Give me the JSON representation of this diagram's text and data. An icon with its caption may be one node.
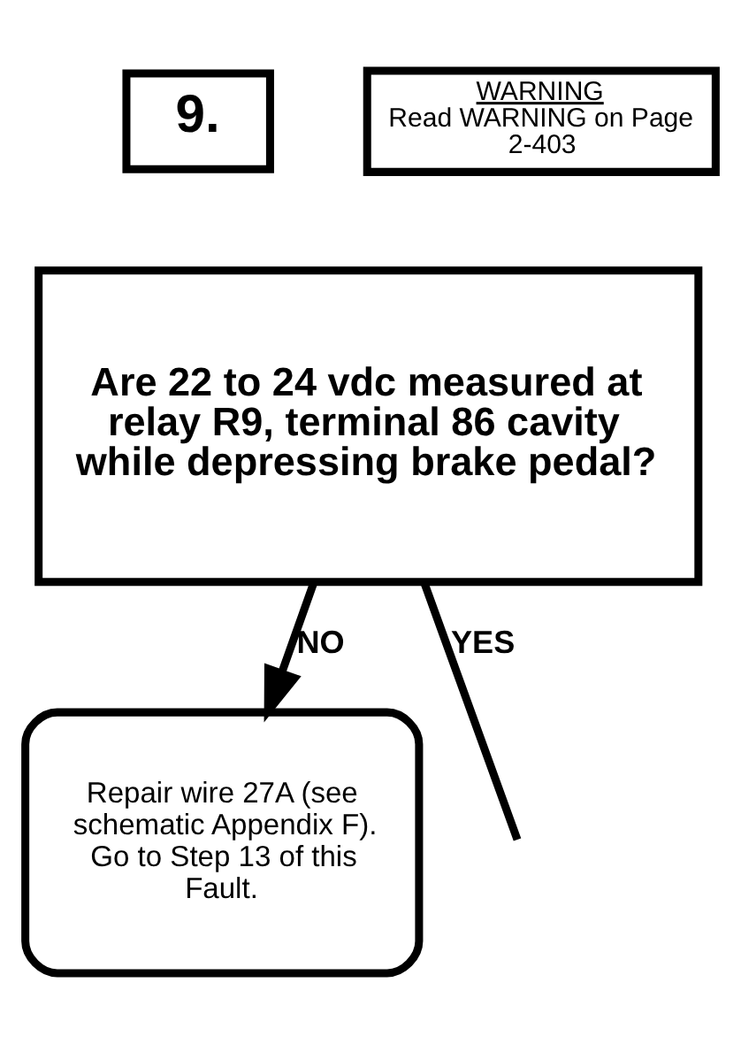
{
  "diagram": {
    "nodes": [
      {
        "text": [
          "9."
        ]
      },
      {
        "text": [
          "Are 22 to 24 vdc measured at relay R9, terminal 86 cavity while depressing brake pedal?"
        ]
      },
      {
        "text": [
          "WARNING",
          "Read WARNING on Page 2-403"
        ]
      },
      {
        "text": [
          "Repair wire 27A (see schematic Appendix F).  Go to Step 13 of this Fault."
        ]
      }
    ],
    "edges": [
      {
        "from": 1,
        "to": 3,
        "arrow": "to",
        "label": "NO"
      },
      {
        "from": 1,
        "to": null,
        "arrow": "none",
        "label": "YES"
      }
    ]
  }
}
